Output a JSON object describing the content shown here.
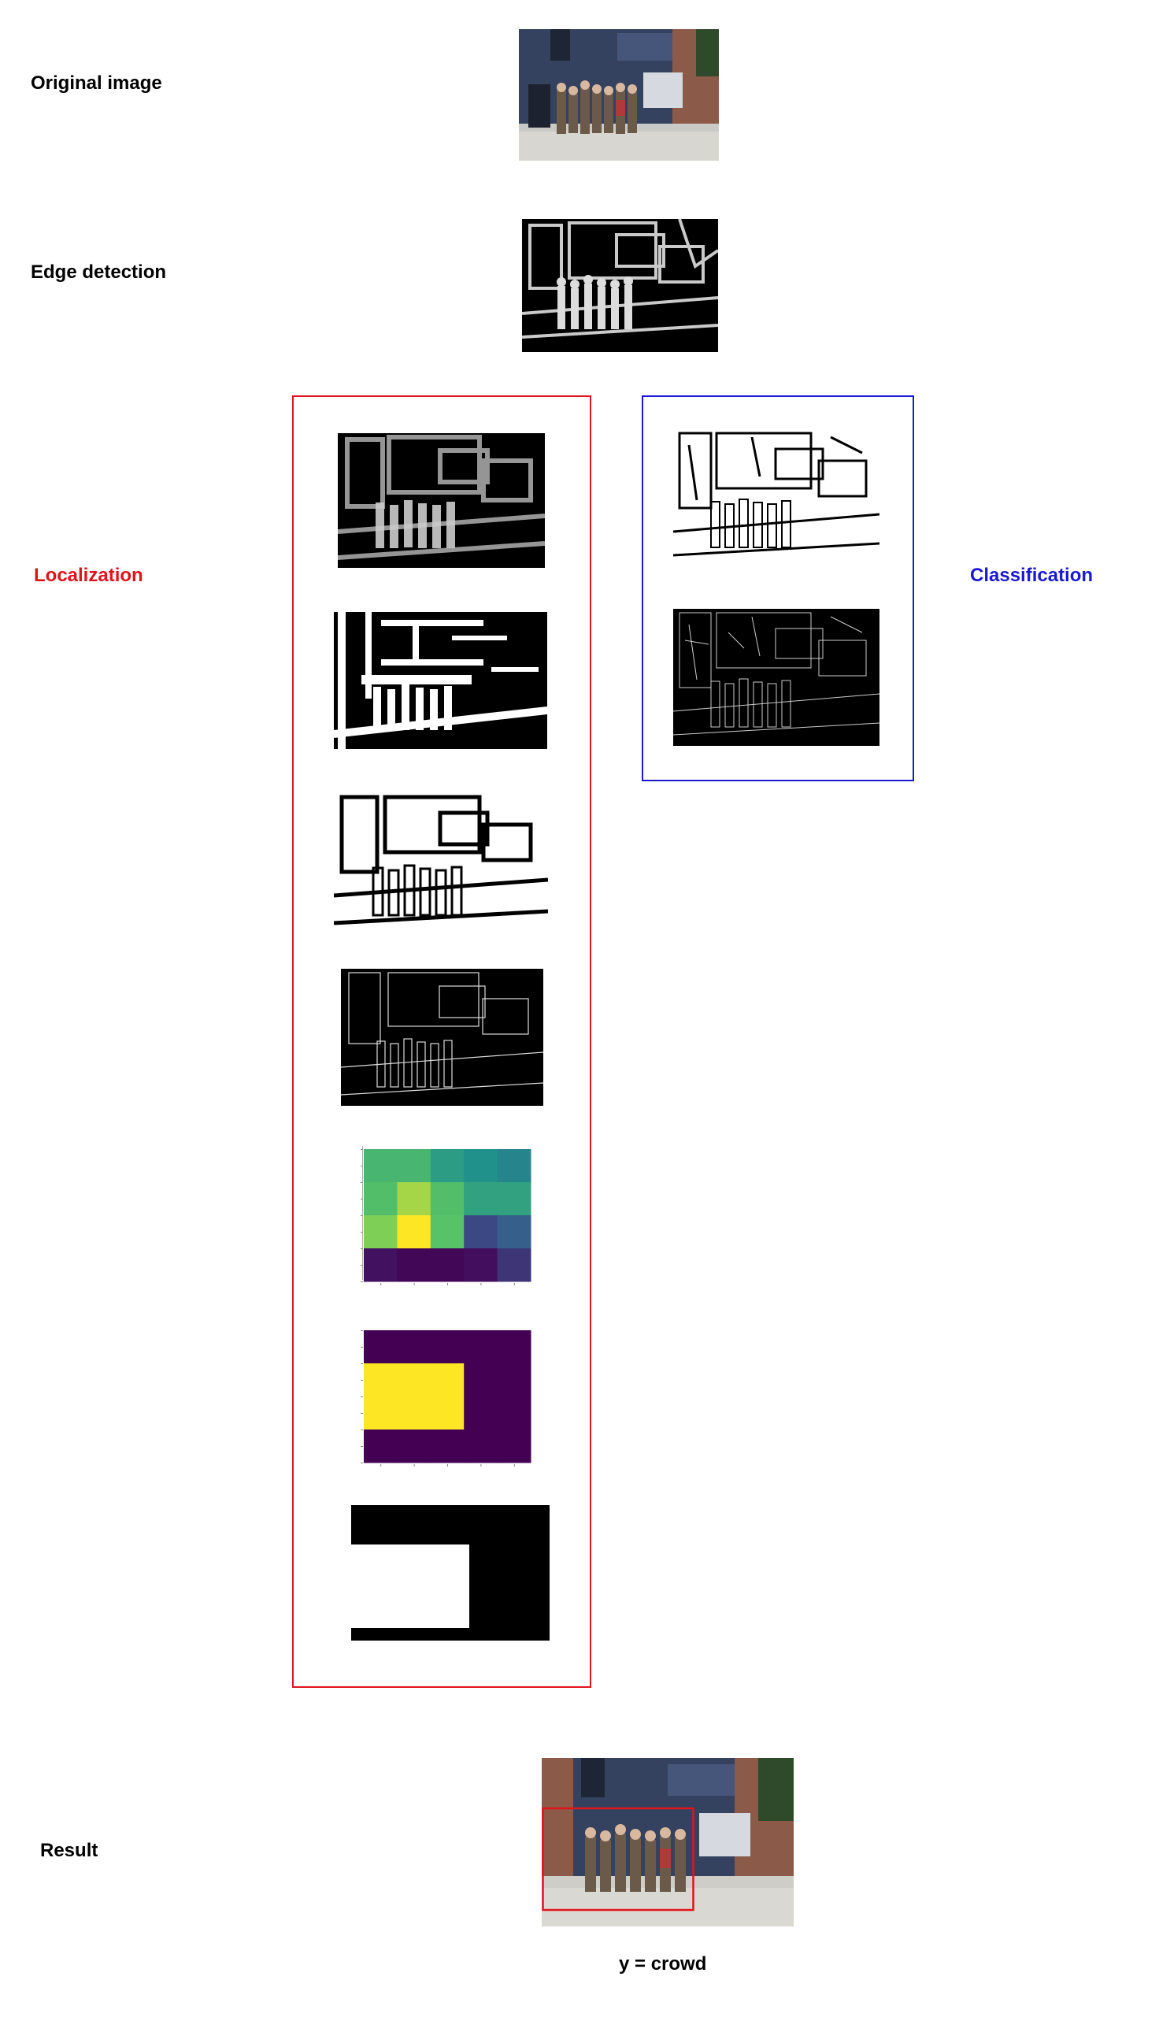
{
  "labels": {
    "original": "Original image",
    "edge": "Edge detection",
    "localization": "Localization",
    "classification": "Classification",
    "result": "Result",
    "prediction": "y = crowd"
  },
  "colors": {
    "localization": "#e0141b",
    "classification": "#1a1ad4",
    "text": "#000000"
  },
  "heatmap_grid": [
    [
      0.66,
      0.66,
      0.55,
      0.5,
      0.45
    ],
    [
      0.7,
      0.86,
      0.7,
      0.57,
      0.57
    ],
    [
      0.8,
      1.0,
      0.72,
      0.22,
      0.3
    ],
    [
      0.05,
      0.02,
      0.02,
      0.04,
      0.16
    ]
  ],
  "mask_grid": [
    [
      0,
      0,
      0,
      0,
      0
    ],
    [
      1,
      1,
      1,
      0,
      0
    ],
    [
      1,
      1,
      1,
      0,
      0
    ],
    [
      0,
      0,
      0,
      0,
      0
    ]
  ]
}
